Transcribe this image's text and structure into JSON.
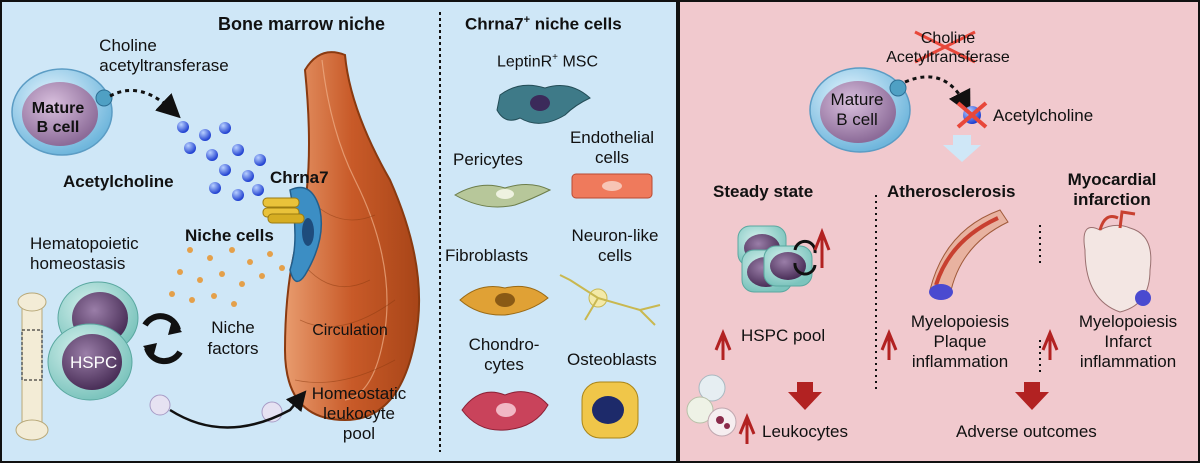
{
  "panel_left": {
    "title": "Bone marrow niche",
    "enzyme": [
      "Choline",
      "acetyltransferase"
    ],
    "b_cell": [
      "Mature",
      "B cell"
    ],
    "acetylcholine": "Acetylcholine",
    "receptor": "Chrna7",
    "niche_cells": "Niche cells",
    "homeostasis": [
      "Hematopoietic",
      "homeostasis"
    ],
    "hspc": "HSPC",
    "niche_factors": [
      "Niche",
      "factors"
    ],
    "circulation": "Circulation",
    "leukocyte_pool": [
      "Homeostatic",
      "leukocyte",
      "pool"
    ]
  },
  "panel_middle": {
    "title_prefix": "Chrna7",
    "title_sup": "+",
    "title_suffix": " niche cells",
    "cells": {
      "msc_name": "LeptinR",
      "msc_sup": "+",
      "msc_suffix": " MSC",
      "pericytes": "Pericytes",
      "endothelial": [
        "Endothelial",
        "cells"
      ],
      "fibroblasts": "Fibroblasts",
      "neuron_like": [
        "Neuron-like",
        "cells"
      ],
      "chondrocytes": [
        "Chondro-",
        "cytes"
      ],
      "osteoblasts": "Osteoblasts"
    }
  },
  "panel_right": {
    "enzyme_crossed": [
      "Choline",
      "Acetyltransferase"
    ],
    "b_cell": [
      "Mature",
      "B cell"
    ],
    "acetylcholine": "Acetylcholine",
    "steady_state": "Steady state",
    "atherosclerosis": "Atherosclerosis",
    "mi": [
      "Myocardial",
      "infarction"
    ],
    "hspc_pool": "HSPC pool",
    "athero_effects": [
      "Myelopoiesis",
      "Plaque",
      "inflammation"
    ],
    "mi_effects": [
      "Myelopoiesis",
      "Infarct",
      "inflammation"
    ],
    "leukocytes": "Leukocytes",
    "adverse": "Adverse outcomes"
  },
  "colors": {
    "left_bg": "#cfe7f7",
    "right_bg": "#f1c9ce",
    "arrow_red": "#b22222",
    "cross_red": "#e8473a",
    "vessel": "#d2682f",
    "bcell_purple": "#9b7aa6"
  }
}
